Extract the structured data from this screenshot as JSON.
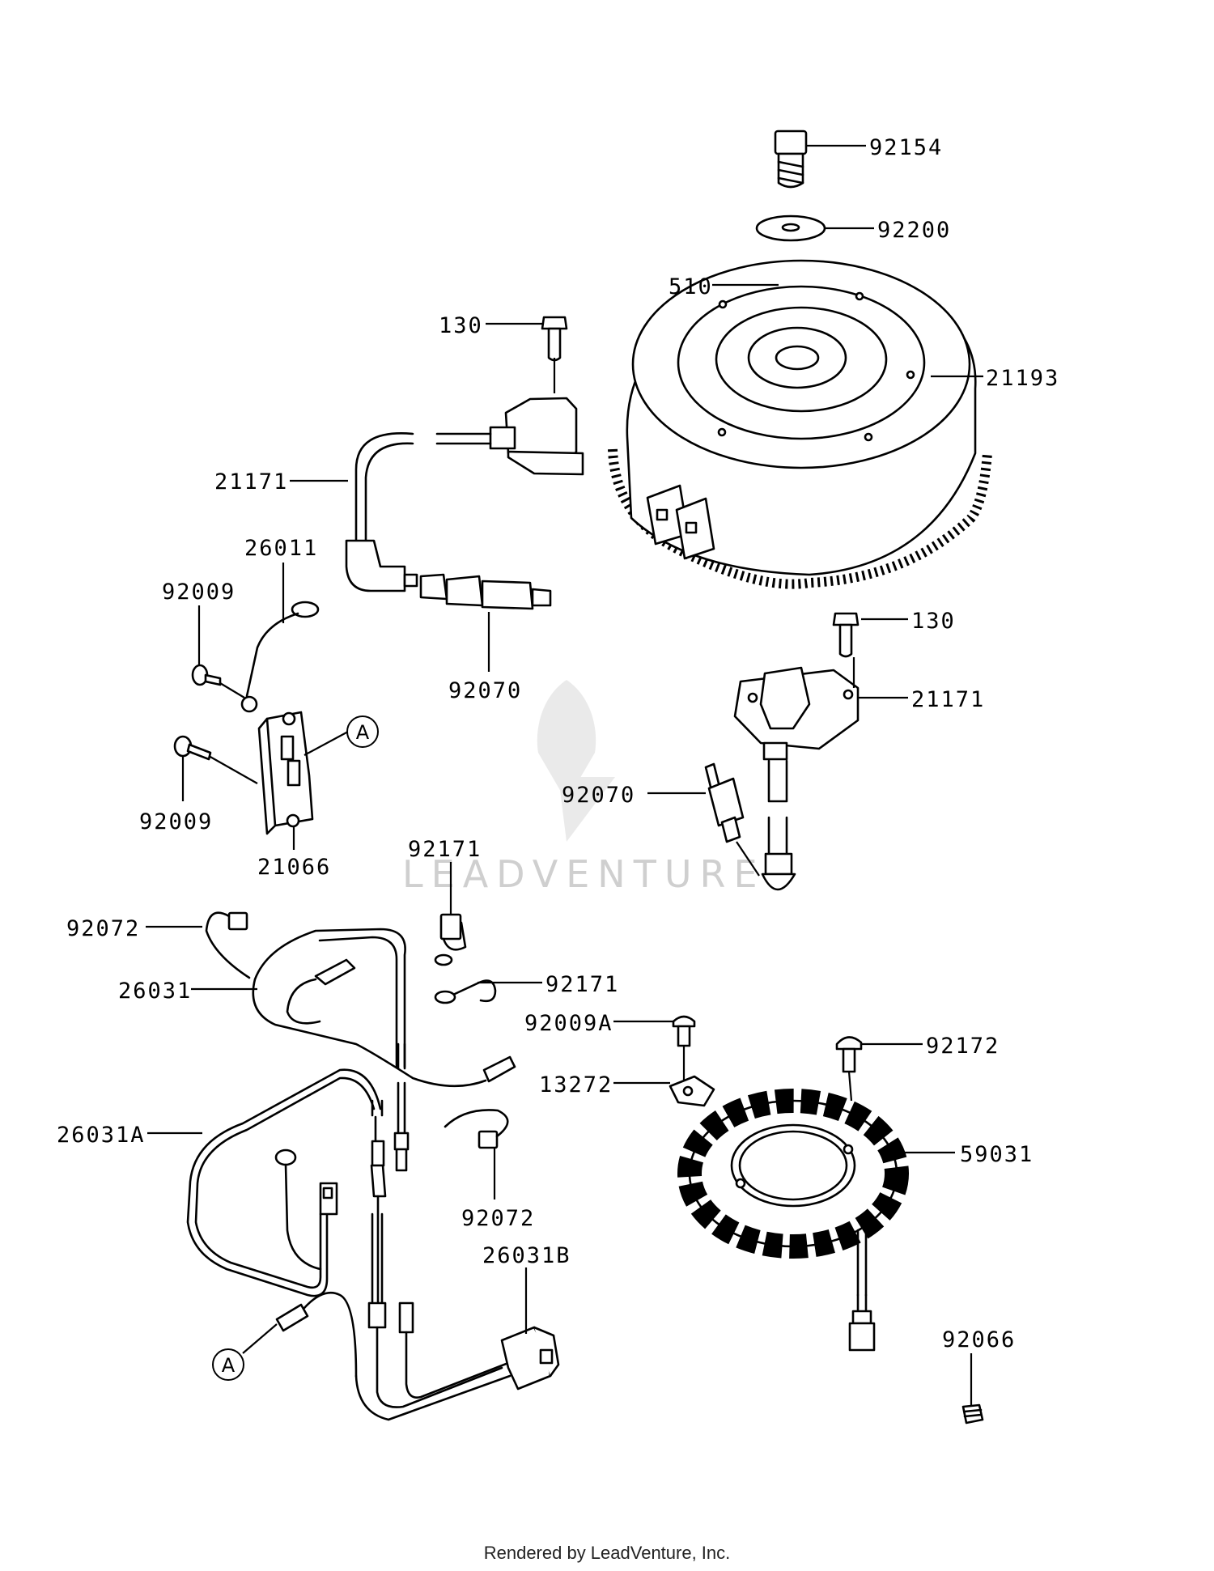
{
  "labels": {
    "p92154": "92154",
    "p92200": "92200",
    "p510": "510",
    "p130a": "130",
    "p21193": "21193",
    "p21171a": "21171",
    "p26011": "26011",
    "p92009a": "92009",
    "p92070a": "92070",
    "p130b": "130",
    "p21171b": "21171",
    "p92009b": "92009",
    "p21066": "21066",
    "p92070b": "92070",
    "p92171a": "92171",
    "p92072a": "92072",
    "p92171b": "92171",
    "p26031": "26031",
    "p92009A": "92009A",
    "p92172": "92172",
    "p13272": "13272",
    "p59031": "59031",
    "p26031A": "26031A",
    "p92072b": "92072",
    "p26031B": "26031B",
    "p92066": "92066"
  },
  "callouts": {
    "a1": "A",
    "a2": "A"
  },
  "watermark": "LEADVENTURE",
  "footer": "Rendered by LeadVenture, Inc."
}
